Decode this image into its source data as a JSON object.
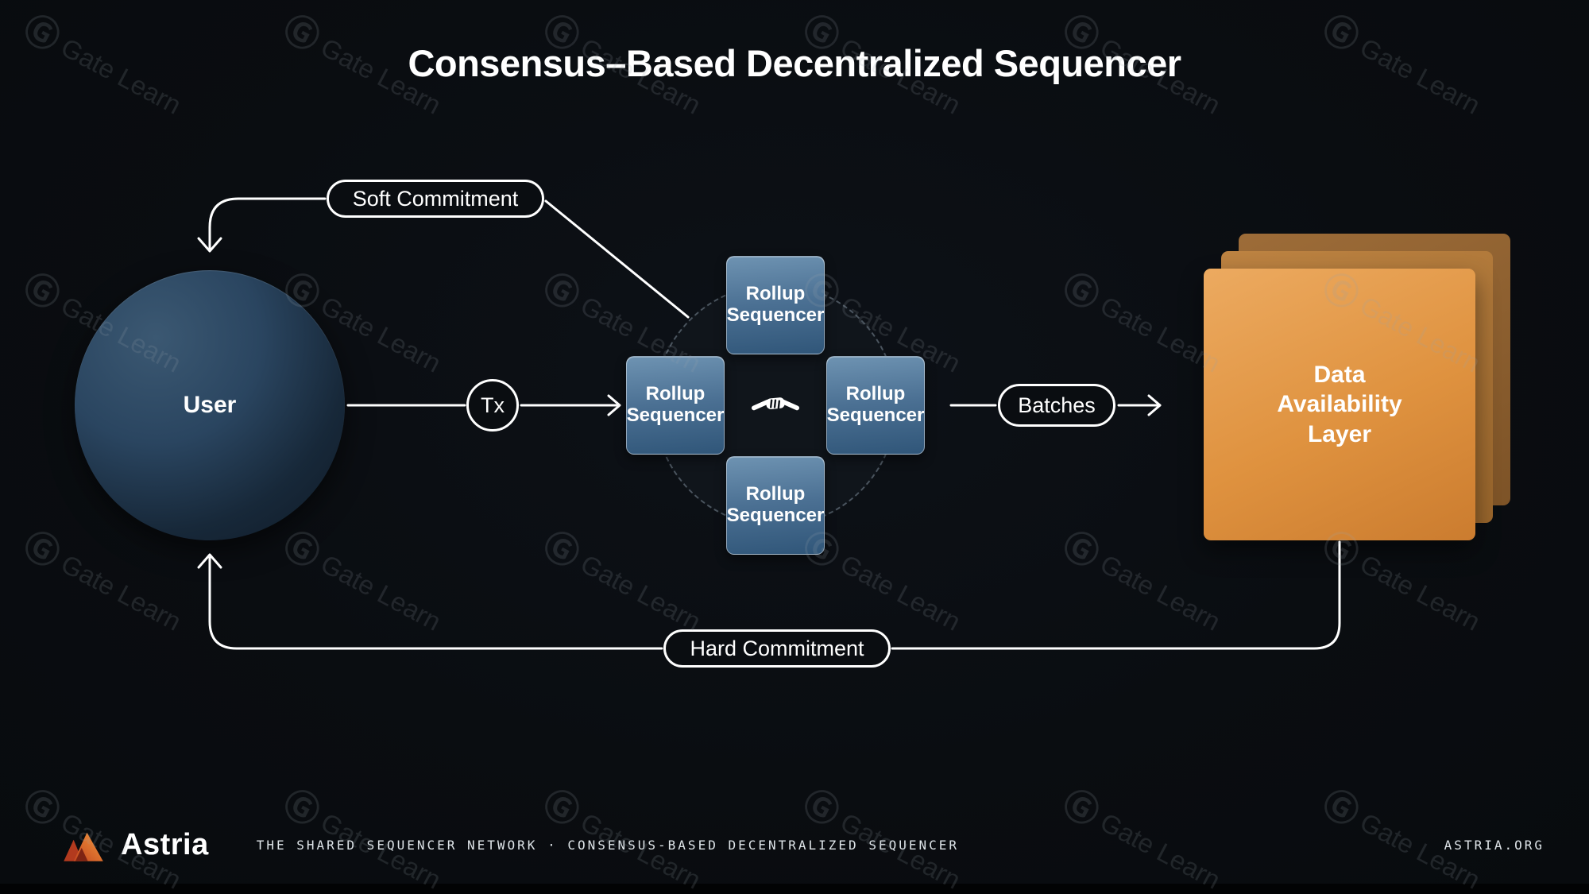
{
  "title": "Consensus–Based Decentralized Sequencer",
  "watermark": {
    "logo_glyph": "Ⓖ",
    "text": "Gate Learn"
  },
  "diagram": {
    "user": {
      "label": "User"
    },
    "tx_badge": {
      "label": "Tx"
    },
    "soft_commitment": {
      "label": "Soft Commitment"
    },
    "hard_commitment": {
      "label": "Hard Commitment"
    },
    "batches": {
      "label": "Batches"
    },
    "sequencer_cluster": {
      "nodes": [
        {
          "label": "Rollup Sequencer"
        },
        {
          "label": "Rollup Sequencer"
        },
        {
          "label": "Rollup Sequencer"
        },
        {
          "label": "Rollup Sequencer"
        }
      ],
      "center_icon": "handshake-icon"
    },
    "data_availability": {
      "label": "Data Availability Layer"
    }
  },
  "footer": {
    "brand": "Astria",
    "tagline": "THE SHARED SEQUENCER NETWORK · CONSENSUS-BASED DECENTRALIZED SEQUENCER",
    "website": "ASTRIA.ORG"
  },
  "colors": {
    "background": "#0a0d11",
    "line_white": "#ffffff",
    "sequencer_blue": "#4b7093",
    "da_orange": "#df923f",
    "brand_orange": "#f08030"
  }
}
